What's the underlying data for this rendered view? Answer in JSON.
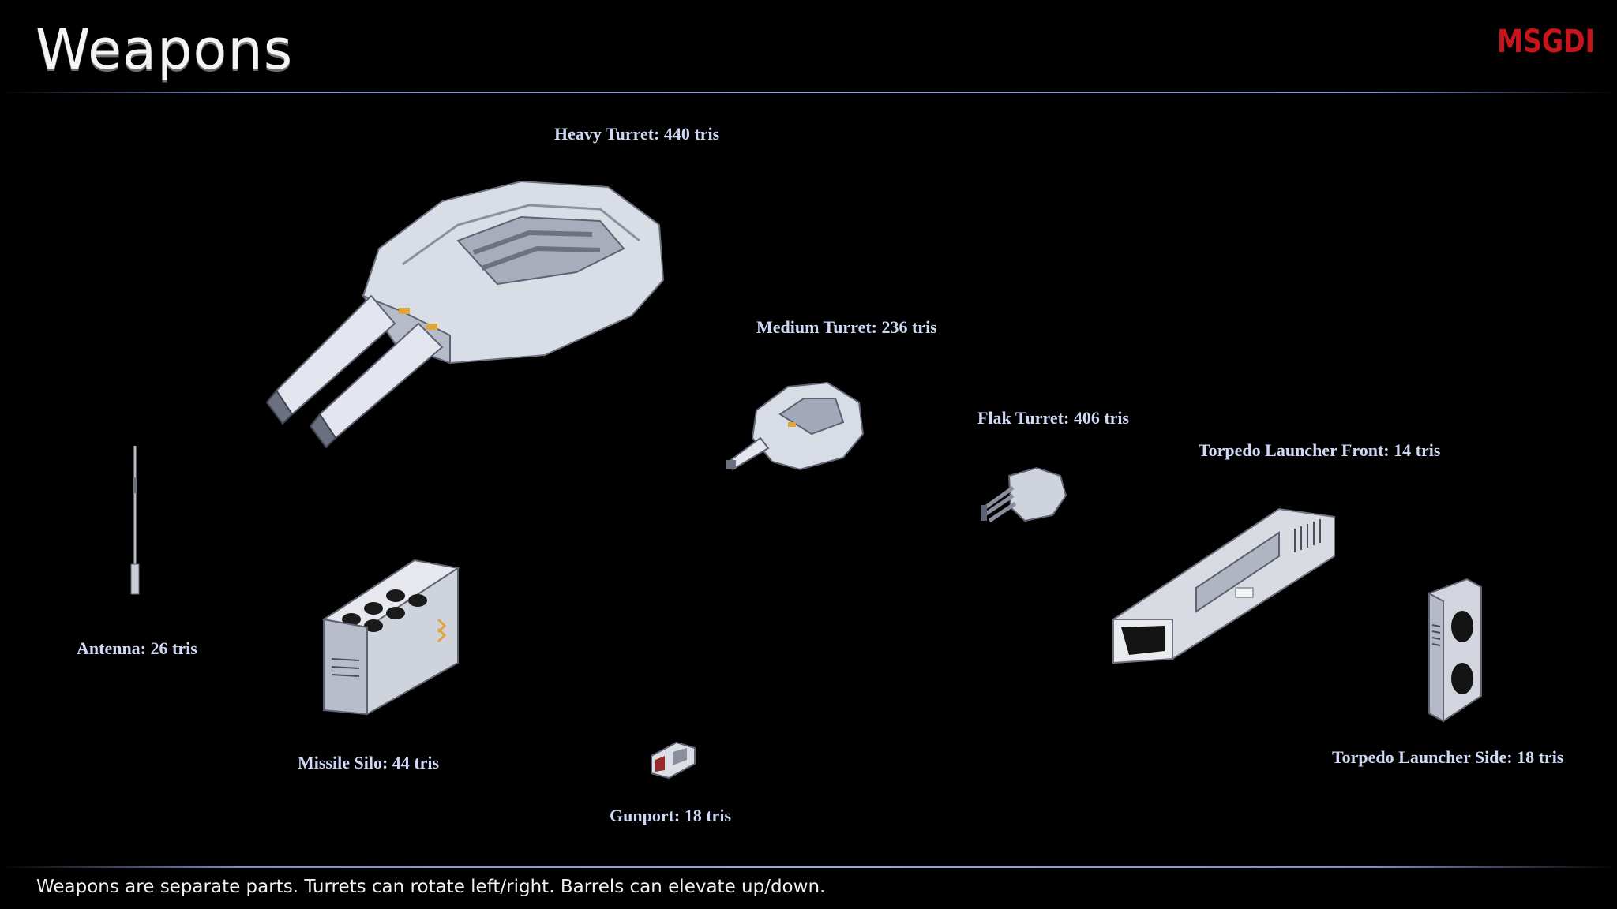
{
  "header": {
    "title": "Weapons",
    "logo_text": "MSGDI",
    "logo_color": "#c8141b"
  },
  "parts": {
    "heavy_turret": "Heavy Turret: 440 tris",
    "medium_turret": "Medium Turret: 236 tris",
    "flak_turret": "Flak Turret: 406 tris",
    "torpedo_front": "Torpedo Launcher Front: 14 tris",
    "antenna": "Antenna: 26 tris",
    "missile_silo": "Missile Silo: 44 tris",
    "gunport": "Gunport: 18 tris",
    "torpedo_side": "Torpedo Launcher Side: 18 tris"
  },
  "footer": {
    "note": "Weapons are separate parts. Turrets can rotate left/right. Barrels can elevate up/down."
  },
  "colors": {
    "background": "#000000",
    "label": "#cfd9f6",
    "rule": "#9aa9dc"
  }
}
